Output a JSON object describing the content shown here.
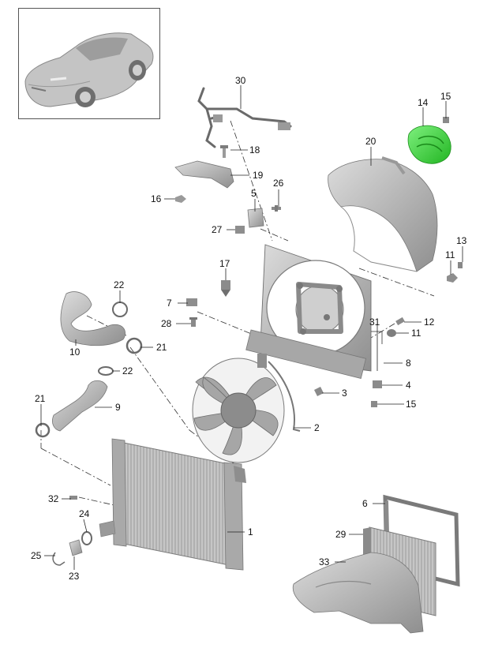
{
  "colors": {
    "part_fill": "#b9b9b9",
    "part_dark": "#8e8e8e",
    "part_light": "#d8d8d8",
    "highlight": "#3fd63f",
    "line": "#222222"
  },
  "callouts": {
    "c1": "1",
    "c2": "2",
    "c3": "3",
    "c4": "4",
    "c5": "5",
    "c6": "6",
    "c7": "7",
    "c8": "8",
    "c9": "9",
    "c10": "10",
    "c11a": "11",
    "c11b": "11",
    "c12": "12",
    "c13": "13",
    "c14": "14",
    "c15a": "15",
    "c15b": "15",
    "c16": "16",
    "c17": "17",
    "c18": "18",
    "c19": "19",
    "c20": "20",
    "c21a": "21",
    "c21b": "21",
    "c22a": "22",
    "c22b": "22",
    "c23": "23",
    "c24": "24",
    "c25": "25",
    "c26": "26",
    "c27": "27",
    "c28": "28",
    "c29": "29",
    "c30": "30",
    "c31": "31",
    "c32": "32",
    "c33": "33"
  },
  "highlighted_part": "14",
  "thumbnail_icon": "car-thumbnail-icon"
}
